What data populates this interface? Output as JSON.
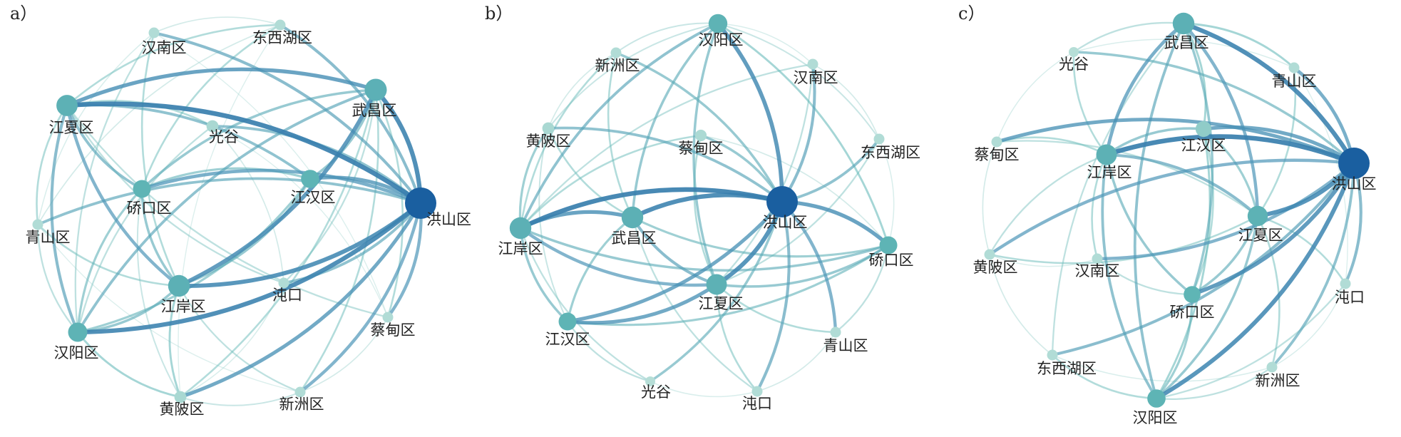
{
  "panels": [
    {
      "label": "a）",
      "nodes": [
        {
          "id": "hongshan",
          "name": "洪山区",
          "degree": 1.0
        },
        {
          "id": "wuchang",
          "name": "武昌区",
          "degree": 0.62
        },
        {
          "id": "jiangxia",
          "name": "江夏区",
          "degree": 0.58
        },
        {
          "id": "jiangan",
          "name": "江岸区",
          "degree": 0.6
        },
        {
          "id": "hanyang",
          "name": "汉阳区",
          "degree": 0.5
        },
        {
          "id": "jianghan",
          "name": "江汉区",
          "degree": 0.46
        },
        {
          "id": "qiaokou",
          "name": "硚口区",
          "degree": 0.44
        },
        {
          "id": "guanggu",
          "name": "光谷",
          "degree": 0.2
        },
        {
          "id": "hannan",
          "name": "汉南区",
          "degree": 0.15
        },
        {
          "id": "dongxihu",
          "name": "东西湖区",
          "degree": 0.15
        },
        {
          "id": "qingshan",
          "name": "青山区",
          "degree": 0.15
        },
        {
          "id": "zhuankou",
          "name": "沌口",
          "degree": 0.15
        },
        {
          "id": "caidian",
          "name": "蔡甸区",
          "degree": 0.15
        },
        {
          "id": "xinzhou",
          "name": "新洲区",
          "degree": 0.15
        },
        {
          "id": "huangpi",
          "name": "黄陂区",
          "degree": 0.2
        }
      ],
      "edges": [
        [
          "jiangxia",
          "hongshan",
          0.95
        ],
        [
          "wuchang",
          "hongshan",
          0.9
        ],
        [
          "hanyang",
          "hongshan",
          0.9
        ],
        [
          "jiangan",
          "hongshan",
          0.85
        ],
        [
          "jiangan",
          "wuchang",
          0.8
        ],
        [
          "jiangxia",
          "wuchang",
          0.75
        ],
        [
          "huangpi",
          "hongshan",
          0.7
        ],
        [
          "jianghan",
          "hongshan",
          0.7
        ],
        [
          "qiaokou",
          "hongshan",
          0.65
        ],
        [
          "xinzhou",
          "hongshan",
          0.6
        ],
        [
          "caidian",
          "hongshan",
          0.6
        ],
        [
          "hannan",
          "hongshan",
          0.55
        ],
        [
          "dongxihu",
          "hongshan",
          0.55
        ],
        [
          "zhuankou",
          "hongshan",
          0.5
        ],
        [
          "qingshan",
          "hongshan",
          0.5
        ],
        [
          "guanggu",
          "hongshan",
          0.5
        ],
        [
          "jiangxia",
          "jiangan",
          0.6
        ],
        [
          "jiangxia",
          "hanyang",
          0.55
        ],
        [
          "jiangxia",
          "qiaokou",
          0.5
        ],
        [
          "jiangxia",
          "jianghan",
          0.5
        ],
        [
          "wuchang",
          "hanyang",
          0.5
        ],
        [
          "wuchang",
          "qiaokou",
          0.45
        ],
        [
          "wuchang",
          "jianghan",
          0.45
        ],
        [
          "jiangan",
          "hanyang",
          0.45
        ],
        [
          "jiangan",
          "jianghan",
          0.45
        ],
        [
          "jiangan",
          "qiaokou",
          0.45
        ],
        [
          "hanyang",
          "qiaokou",
          0.4
        ],
        [
          "hanyang",
          "jianghan",
          0.4
        ],
        [
          "qiaokou",
          "jianghan",
          0.4
        ],
        [
          "hanyang",
          "huangpi",
          0.35
        ],
        [
          "huangpi",
          "jiangan",
          0.35
        ],
        [
          "huangpi",
          "wuchang",
          0.3
        ],
        [
          "qingshan",
          "jiangan",
          0.3
        ],
        [
          "qingshan",
          "jiangxia",
          0.3
        ],
        [
          "hannan",
          "jiangan",
          0.3
        ],
        [
          "dongxihu",
          "jiangxia",
          0.3
        ],
        [
          "dongxihu",
          "qiaokou",
          0.3
        ],
        [
          "caidian",
          "wuchang",
          0.3
        ],
        [
          "xinzhou",
          "wuchang",
          0.3
        ],
        [
          "zhuankou",
          "jiangxia",
          0.25
        ],
        [
          "guanggu",
          "jiangxia",
          0.3
        ],
        [
          "guanggu",
          "hanyang",
          0.25
        ],
        [
          "hannan",
          "hanyang",
          0.25
        ],
        [
          "qingshan",
          "hanyang",
          0.25
        ],
        [
          "caidian",
          "jiangxia",
          0.25
        ],
        [
          "xinzhou",
          "jiangan",
          0.25
        ],
        [
          "zhuankou",
          "wuchang",
          0.25
        ],
        [
          "huangpi",
          "qiaokou",
          0.2
        ],
        [
          "huangpi",
          "xinzhou",
          0.2
        ],
        [
          "qingshan",
          "dongxihu",
          0.15
        ],
        [
          "hannan",
          "dongxihu",
          0.15
        ],
        [
          "caidian",
          "xinzhou",
          0.15
        ],
        [
          "zhuankou",
          "guanggu",
          0.15
        ],
        [
          "hannan",
          "caidian",
          0.1
        ],
        [
          "qingshan",
          "xinzhou",
          0.1
        ],
        [
          "dongxihu",
          "huangpi",
          0.1
        ],
        [
          "hannan",
          "qingshan",
          0.12
        ],
        [
          "zhuankou",
          "huangpi",
          0.12
        ],
        [
          "caidian",
          "guanggu",
          0.1
        ]
      ]
    },
    {
      "label": "b）",
      "nodes": [
        {
          "id": "hongshan",
          "name": "洪山区",
          "degree": 1.0
        },
        {
          "id": "jiangan",
          "name": "江岸区",
          "degree": 0.6
        },
        {
          "id": "wuchang",
          "name": "武昌区",
          "degree": 0.6
        },
        {
          "id": "jiangxia",
          "name": "江夏区",
          "degree": 0.56
        },
        {
          "id": "hanyang",
          "name": "汉阳区",
          "degree": 0.48
        },
        {
          "id": "qiaokou",
          "name": "硚口区",
          "degree": 0.44
        },
        {
          "id": "jianghan",
          "name": "江汉区",
          "degree": 0.44
        },
        {
          "id": "xinzhou",
          "name": "新洲区",
          "degree": 0.15
        },
        {
          "id": "hannan",
          "name": "汉南区",
          "degree": 0.15
        },
        {
          "id": "huangpi",
          "name": "黄陂区",
          "degree": 0.2
        },
        {
          "id": "caidian",
          "name": "蔡甸区",
          "degree": 0.18
        },
        {
          "id": "dongxihu",
          "name": "东西湖区",
          "degree": 0.15
        },
        {
          "id": "qingshan",
          "name": "青山区",
          "degree": 0.15
        },
        {
          "id": "guanggu",
          "name": "光谷",
          "degree": 0.12
        },
        {
          "id": "zhuankou",
          "name": "沌口",
          "degree": 0.15
        }
      ],
      "edges": [
        [
          "jiangan",
          "hongshan",
          0.95
        ],
        [
          "wuchang",
          "hongshan",
          0.9
        ],
        [
          "jiangxia",
          "hongshan",
          0.85
        ],
        [
          "hanyang",
          "hongshan",
          0.8
        ],
        [
          "qiaokou",
          "hongshan",
          0.75
        ],
        [
          "jianghan",
          "hongshan",
          0.7
        ],
        [
          "jiangan",
          "wuchang",
          0.75
        ],
        [
          "jiangan",
          "jiangxia",
          0.6
        ],
        [
          "jianghan",
          "jiangxia",
          0.7
        ],
        [
          "wuchang",
          "jiangxia",
          0.55
        ],
        [
          "hannan",
          "hongshan",
          0.55
        ],
        [
          "dongxihu",
          "hongshan",
          0.5
        ],
        [
          "qingshan",
          "hongshan",
          0.6
        ],
        [
          "zhuankou",
          "hongshan",
          0.55
        ],
        [
          "guanggu",
          "hongshan",
          0.45
        ],
        [
          "xinzhou",
          "hongshan",
          0.45
        ],
        [
          "huangpi",
          "hongshan",
          0.5
        ],
        [
          "caidian",
          "hongshan",
          0.45
        ],
        [
          "hanyang",
          "jiangan",
          0.5
        ],
        [
          "hanyang",
          "wuchang",
          0.45
        ],
        [
          "hanyang",
          "jiangxia",
          0.45
        ],
        [
          "qiaokou",
          "jiangan",
          0.45
        ],
        [
          "qiaokou",
          "wuchang",
          0.4
        ],
        [
          "qiaokou",
          "jiangxia",
          0.45
        ],
        [
          "jianghan",
          "jiangan",
          0.45
        ],
        [
          "jianghan",
          "wuchang",
          0.4
        ],
        [
          "jianghan",
          "qiaokou",
          0.4
        ],
        [
          "huangpi",
          "jiangan",
          0.4
        ],
        [
          "huangpi",
          "wuchang",
          0.3
        ],
        [
          "xinzhou",
          "jiangan",
          0.3
        ],
        [
          "xinzhou",
          "wuchang",
          0.3
        ],
        [
          "hannan",
          "jiangan",
          0.25
        ],
        [
          "hannan",
          "jiangxia",
          0.25
        ],
        [
          "caidian",
          "jiangan",
          0.3
        ],
        [
          "caidian",
          "jiangxia",
          0.3
        ],
        [
          "dongxihu",
          "jiangxia",
          0.25
        ],
        [
          "dongxihu",
          "hanyang",
          0.2
        ],
        [
          "qingshan",
          "jiangxia",
          0.3
        ],
        [
          "qingshan",
          "qiaokou",
          0.25
        ],
        [
          "zhuankou",
          "jiangxia",
          0.3
        ],
        [
          "zhuankou",
          "wuchang",
          0.25
        ],
        [
          "guanggu",
          "jiangan",
          0.25
        ],
        [
          "guanggu",
          "jianghan",
          0.25
        ],
        [
          "hanyang",
          "qiaokou",
          0.35
        ],
        [
          "hanyang",
          "xinzhou",
          0.2
        ],
        [
          "huangpi",
          "jianghan",
          0.2
        ],
        [
          "huangpi",
          "hanyang",
          0.2
        ],
        [
          "hannan",
          "dongxihu",
          0.15
        ],
        [
          "qingshan",
          "zhuankou",
          0.15
        ],
        [
          "guanggu",
          "zhuankou",
          0.12
        ],
        [
          "caidian",
          "qiaokou",
          0.15
        ],
        [
          "xinzhou",
          "huangpi",
          0.15
        ],
        [
          "dongxihu",
          "qiaokou",
          0.12
        ],
        [
          "hannan",
          "hanyang",
          0.12
        ]
      ]
    },
    {
      "label": "c）",
      "nodes": [
        {
          "id": "hongshan",
          "name": "洪山区",
          "degree": 1.0
        },
        {
          "id": "wuchang",
          "name": "武昌区",
          "degree": 0.6
        },
        {
          "id": "jiangan",
          "name": "江岸区",
          "degree": 0.56
        },
        {
          "id": "jiangxia",
          "name": "江夏区",
          "degree": 0.54
        },
        {
          "id": "hanyang",
          "name": "汉阳区",
          "degree": 0.46
        },
        {
          "id": "qiaokou",
          "name": "硚口区",
          "degree": 0.4
        },
        {
          "id": "jianghan",
          "name": "江汉区",
          "degree": 0.36
        },
        {
          "id": "guanggu",
          "name": "光谷",
          "degree": 0.12
        },
        {
          "id": "qingshan",
          "name": "青山区",
          "degree": 0.15
        },
        {
          "id": "caidian",
          "name": "蔡甸区",
          "degree": 0.15
        },
        {
          "id": "huangpi",
          "name": "黄陂区",
          "degree": 0.15
        },
        {
          "id": "hannan",
          "name": "汉南区",
          "degree": 0.15
        },
        {
          "id": "zhuankou",
          "name": "沌口",
          "degree": 0.15
        },
        {
          "id": "dongxihu",
          "name": "东西湖区",
          "degree": 0.15
        },
        {
          "id": "xinzhou",
          "name": "新洲区",
          "degree": 0.15
        }
      ],
      "edges": [
        [
          "jiangan",
          "hongshan",
          0.95
        ],
        [
          "wuchang",
          "hongshan",
          0.9
        ],
        [
          "jiangxia",
          "hongshan",
          0.85
        ],
        [
          "hanyang",
          "hongshan",
          0.85
        ],
        [
          "qiaokou",
          "hongshan",
          0.8
        ],
        [
          "jianghan",
          "hongshan",
          0.7
        ],
        [
          "caidian",
          "hongshan",
          0.7
        ],
        [
          "huangpi",
          "hongshan",
          0.6
        ],
        [
          "hannan",
          "hongshan",
          0.6
        ],
        [
          "qingshan",
          "hongshan",
          0.65
        ],
        [
          "zhuankou",
          "hongshan",
          0.55
        ],
        [
          "dongxihu",
          "hongshan",
          0.55
        ],
        [
          "xinzhou",
          "hongshan",
          0.5
        ],
        [
          "guanggu",
          "hongshan",
          0.45
        ],
        [
          "wuchang",
          "jiangan",
          0.65
        ],
        [
          "wuchang",
          "jiangxia",
          0.6
        ],
        [
          "wuchang",
          "hanyang",
          0.5
        ],
        [
          "wuchang",
          "qiaokou",
          0.45
        ],
        [
          "jiangan",
          "jiangxia",
          0.55
        ],
        [
          "jiangan",
          "hanyang",
          0.5
        ],
        [
          "jiangan",
          "qiaokou",
          0.45
        ],
        [
          "jiangan",
          "jianghan",
          0.45
        ],
        [
          "jiangxia",
          "hanyang",
          0.45
        ],
        [
          "jiangxia",
          "qiaokou",
          0.45
        ],
        [
          "jiangxia",
          "jianghan",
          0.4
        ],
        [
          "hanyang",
          "qiaokou",
          0.4
        ],
        [
          "hanyang",
          "jianghan",
          0.35
        ],
        [
          "guanggu",
          "jiangan",
          0.3
        ],
        [
          "guanggu",
          "wuchang",
          0.25
        ],
        [
          "qingshan",
          "wuchang",
          0.35
        ],
        [
          "qingshan",
          "jiangxia",
          0.3
        ],
        [
          "caidian",
          "jiangan",
          0.3
        ],
        [
          "caidian",
          "jiangxia",
          0.25
        ],
        [
          "huangpi",
          "jiangxia",
          0.3
        ],
        [
          "huangpi",
          "jiangan",
          0.25
        ],
        [
          "hannan",
          "jiangan",
          0.3
        ],
        [
          "hannan",
          "qiaokou",
          0.25
        ],
        [
          "zhuankou",
          "jiangxia",
          0.3
        ],
        [
          "zhuankou",
          "hanyang",
          0.25
        ],
        [
          "dongxihu",
          "hanyang",
          0.3
        ],
        [
          "dongxihu",
          "wuchang",
          0.25
        ],
        [
          "xinzhou",
          "jiangxia",
          0.3
        ],
        [
          "xinzhou",
          "hanyang",
          0.25
        ],
        [
          "caidian",
          "huangpi",
          0.15
        ],
        [
          "huangpi",
          "dongxihu",
          0.15
        ],
        [
          "dongxihu",
          "xinzhou",
          0.12
        ],
        [
          "xinzhou",
          "zhuankou",
          0.12
        ],
        [
          "guanggu",
          "caidian",
          0.12
        ],
        [
          "qingshan",
          "guanggu",
          0.12
        ],
        [
          "hannan",
          "huangpi",
          0.12
        ],
        [
          "zhuankou",
          "qingshan",
          0.1
        ],
        [
          "jianghan",
          "wuchang",
          0.35
        ],
        [
          "jianghan",
          "qiaokou",
          0.3
        ]
      ]
    }
  ],
  "colors": {
    "strong": "#1a5fa0",
    "mid": "#4f97b8",
    "weak": "#5fb5b5",
    "faint": "#c9e7df"
  }
}
